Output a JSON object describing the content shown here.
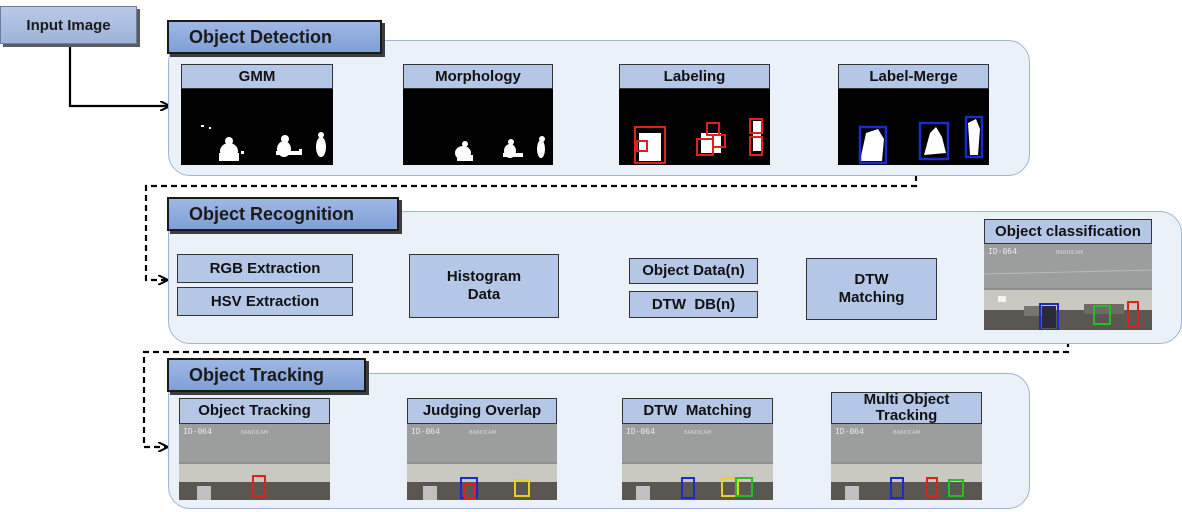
{
  "input": {
    "label": "Input Image"
  },
  "stages": {
    "detection": {
      "title": "Object Detection",
      "steps": [
        "GMM",
        "Morphology",
        "Labeling",
        "Label-Merge"
      ]
    },
    "recognition": {
      "title": "Object Recognition",
      "rgb": "RGB Extraction",
      "hsv": "HSV Extraction",
      "histogram": "Histogram\nData",
      "object_data": "Object Data(n)",
      "dtw_db": "DTW  DB(n)",
      "dtw_matching": "DTW\nMatching",
      "classification": "Object classification"
    },
    "tracking": {
      "title": "Object Tracking",
      "steps": [
        "Object Tracking",
        "Judging Overlap",
        "DTW  Matching",
        "Multi Object\nTracking"
      ]
    }
  },
  "camera_overlay": {
    "id_text": "ID-064",
    "watermark": "BANDICAM"
  },
  "colors": {
    "panel_bg": "#ebf1f9",
    "label_bg": "#b4c7e7",
    "title_bg": "#8fa9dd",
    "box_red": "#e0201a",
    "box_blue": "#1a2ad0",
    "box_green": "#22c022",
    "box_yellow": "#e6d21a"
  }
}
